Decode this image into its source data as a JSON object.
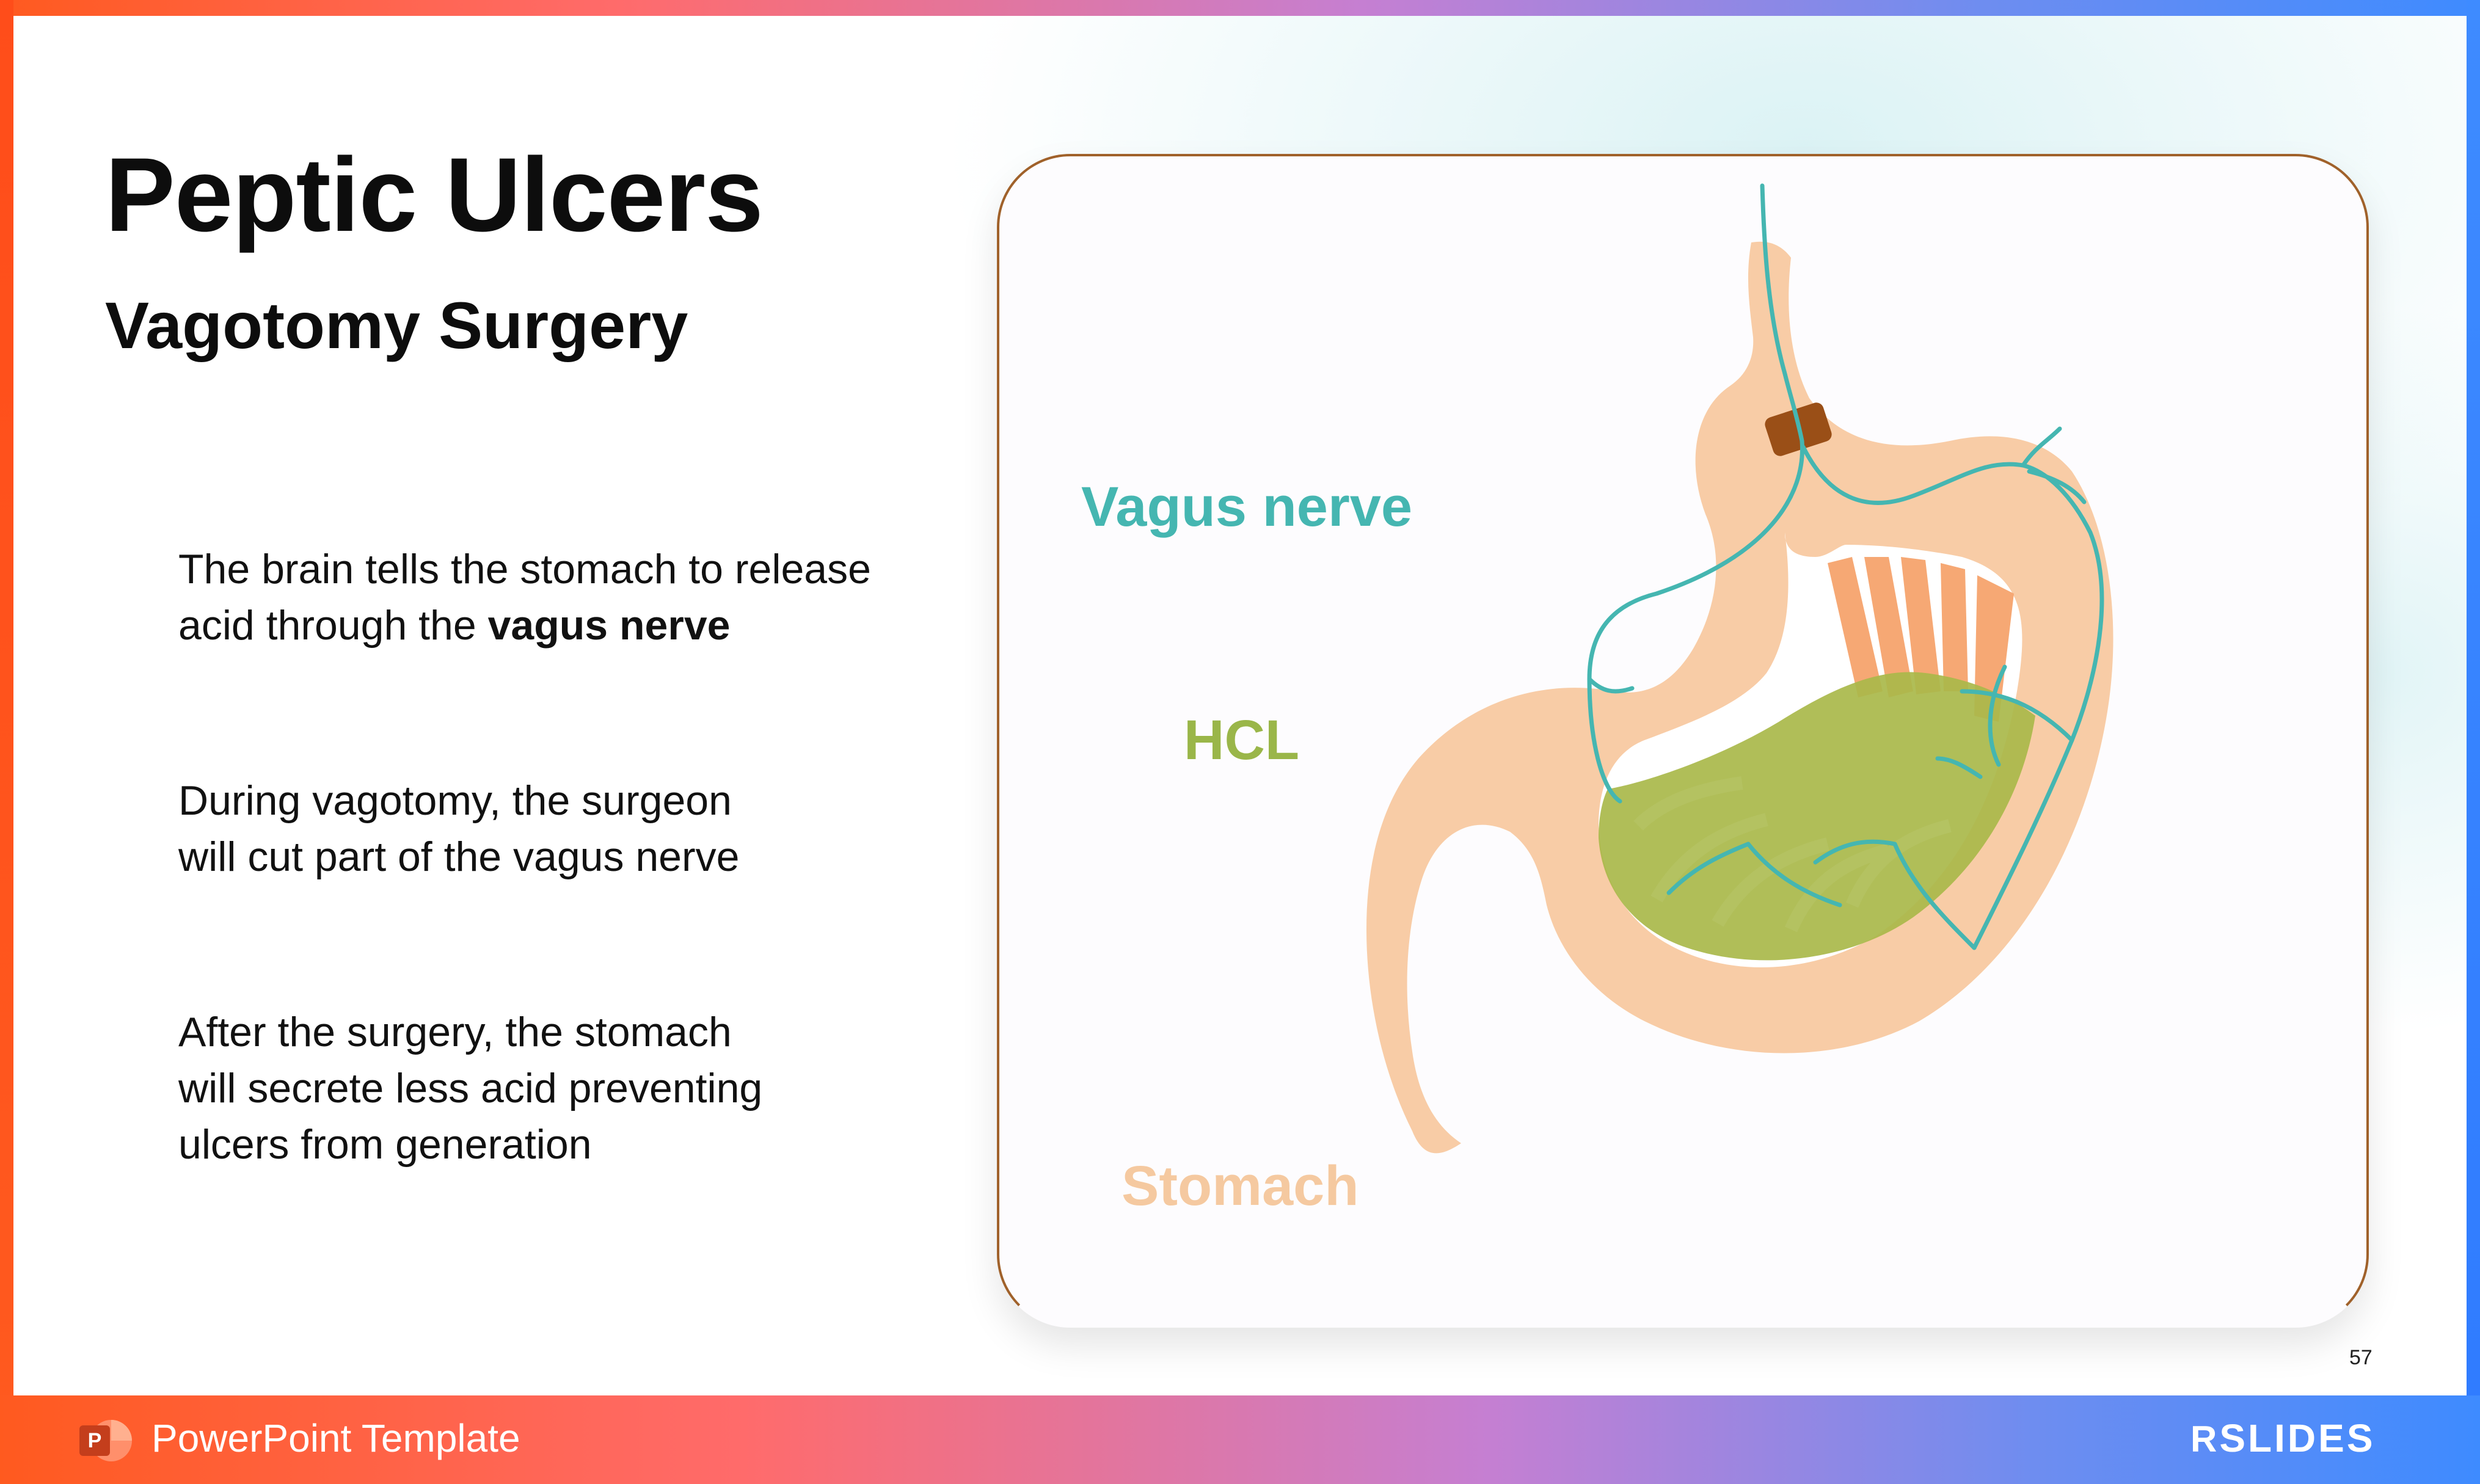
{
  "slide": {
    "title": "Peptic Ulcers",
    "subtitle": "Vagotomy Surgery",
    "paragraphs": {
      "p1_line1": "The brain tells the stomach to release",
      "p1_line2_prefix": "acid through the ",
      "p1_line2_bold": "vagus nerve",
      "p2_line1": "During vagotomy, the surgeon",
      "p2_line2": "will cut part of the vagus nerve",
      "p3_line1": "After the surgery, the stomach",
      "p3_line2": "will secrete less acid preventing",
      "p3_line3": "ulcers from generation"
    },
    "diagram": {
      "label_vagus": "Vagus nerve",
      "label_hcl": "HCL",
      "label_stomach": "Stomach"
    },
    "page_number": "57"
  },
  "footer": {
    "template_label": "PowerPoint Template",
    "logo_text": "SLIDES",
    "logo_prefix": "R"
  },
  "colors": {
    "vagus": "#45b6b1",
    "hcl": "#9ab649",
    "stomach": "#f5c9a0",
    "clip": "#9a4f17",
    "ppt_icon": "#d24726"
  }
}
